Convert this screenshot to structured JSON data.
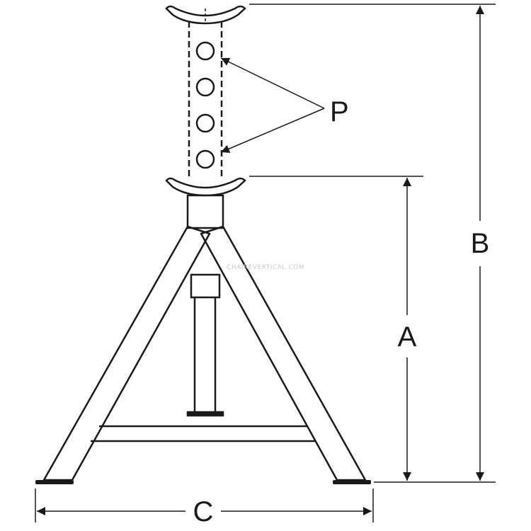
{
  "diagram": {
    "labels": {
      "pin_holes": "P",
      "min_height": "A",
      "max_height": "B",
      "base_width": "C"
    },
    "watermark": "CHAIREVERTICAL.COM",
    "colors": {
      "line": "#1a1a1a",
      "background": "#ffffff"
    }
  }
}
